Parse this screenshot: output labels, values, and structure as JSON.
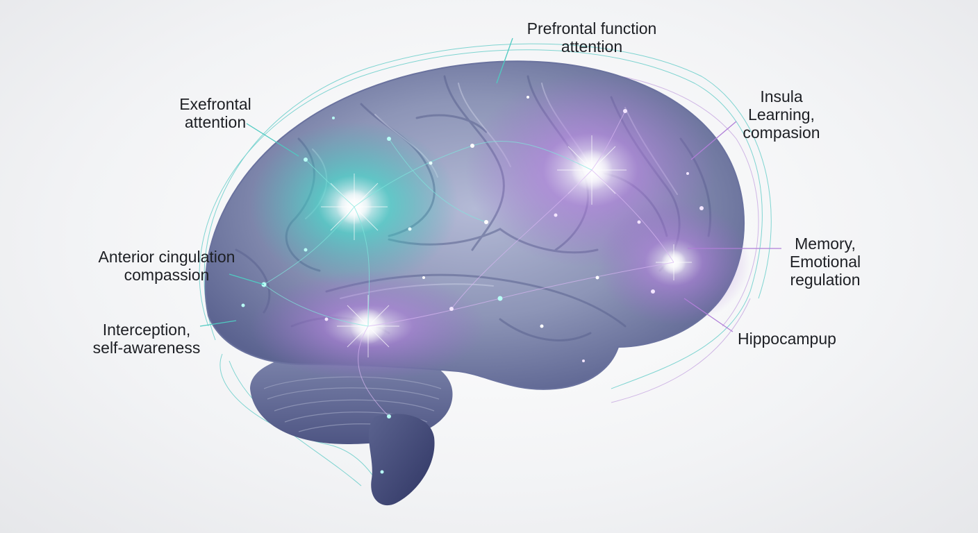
{
  "diagram": {
    "labels": {
      "prefrontal": {
        "line1": "Prefrontal function",
        "line2": "attention"
      },
      "exefrontal": {
        "line1": "Exefrontal",
        "line2": "attention"
      },
      "insula": {
        "line1": "Insula",
        "line2": "Learning,",
        "line3": "compasion"
      },
      "anterior_cingulate": {
        "line1": "Anterior cingulation",
        "line2": "compassion"
      },
      "memory": {
        "line1": "Memory,",
        "line2": "Emotional",
        "line3": "regulation"
      },
      "interoception": {
        "line1": "Interception,",
        "line2": "self-awareness"
      },
      "hippocampus": {
        "line1": "Hippocampup"
      }
    },
    "colors": {
      "teal": "#2fd3c3",
      "purple": "#a06ad0",
      "brain_base": "#8e96b8",
      "brain_shadow": "#5d6591"
    }
  }
}
